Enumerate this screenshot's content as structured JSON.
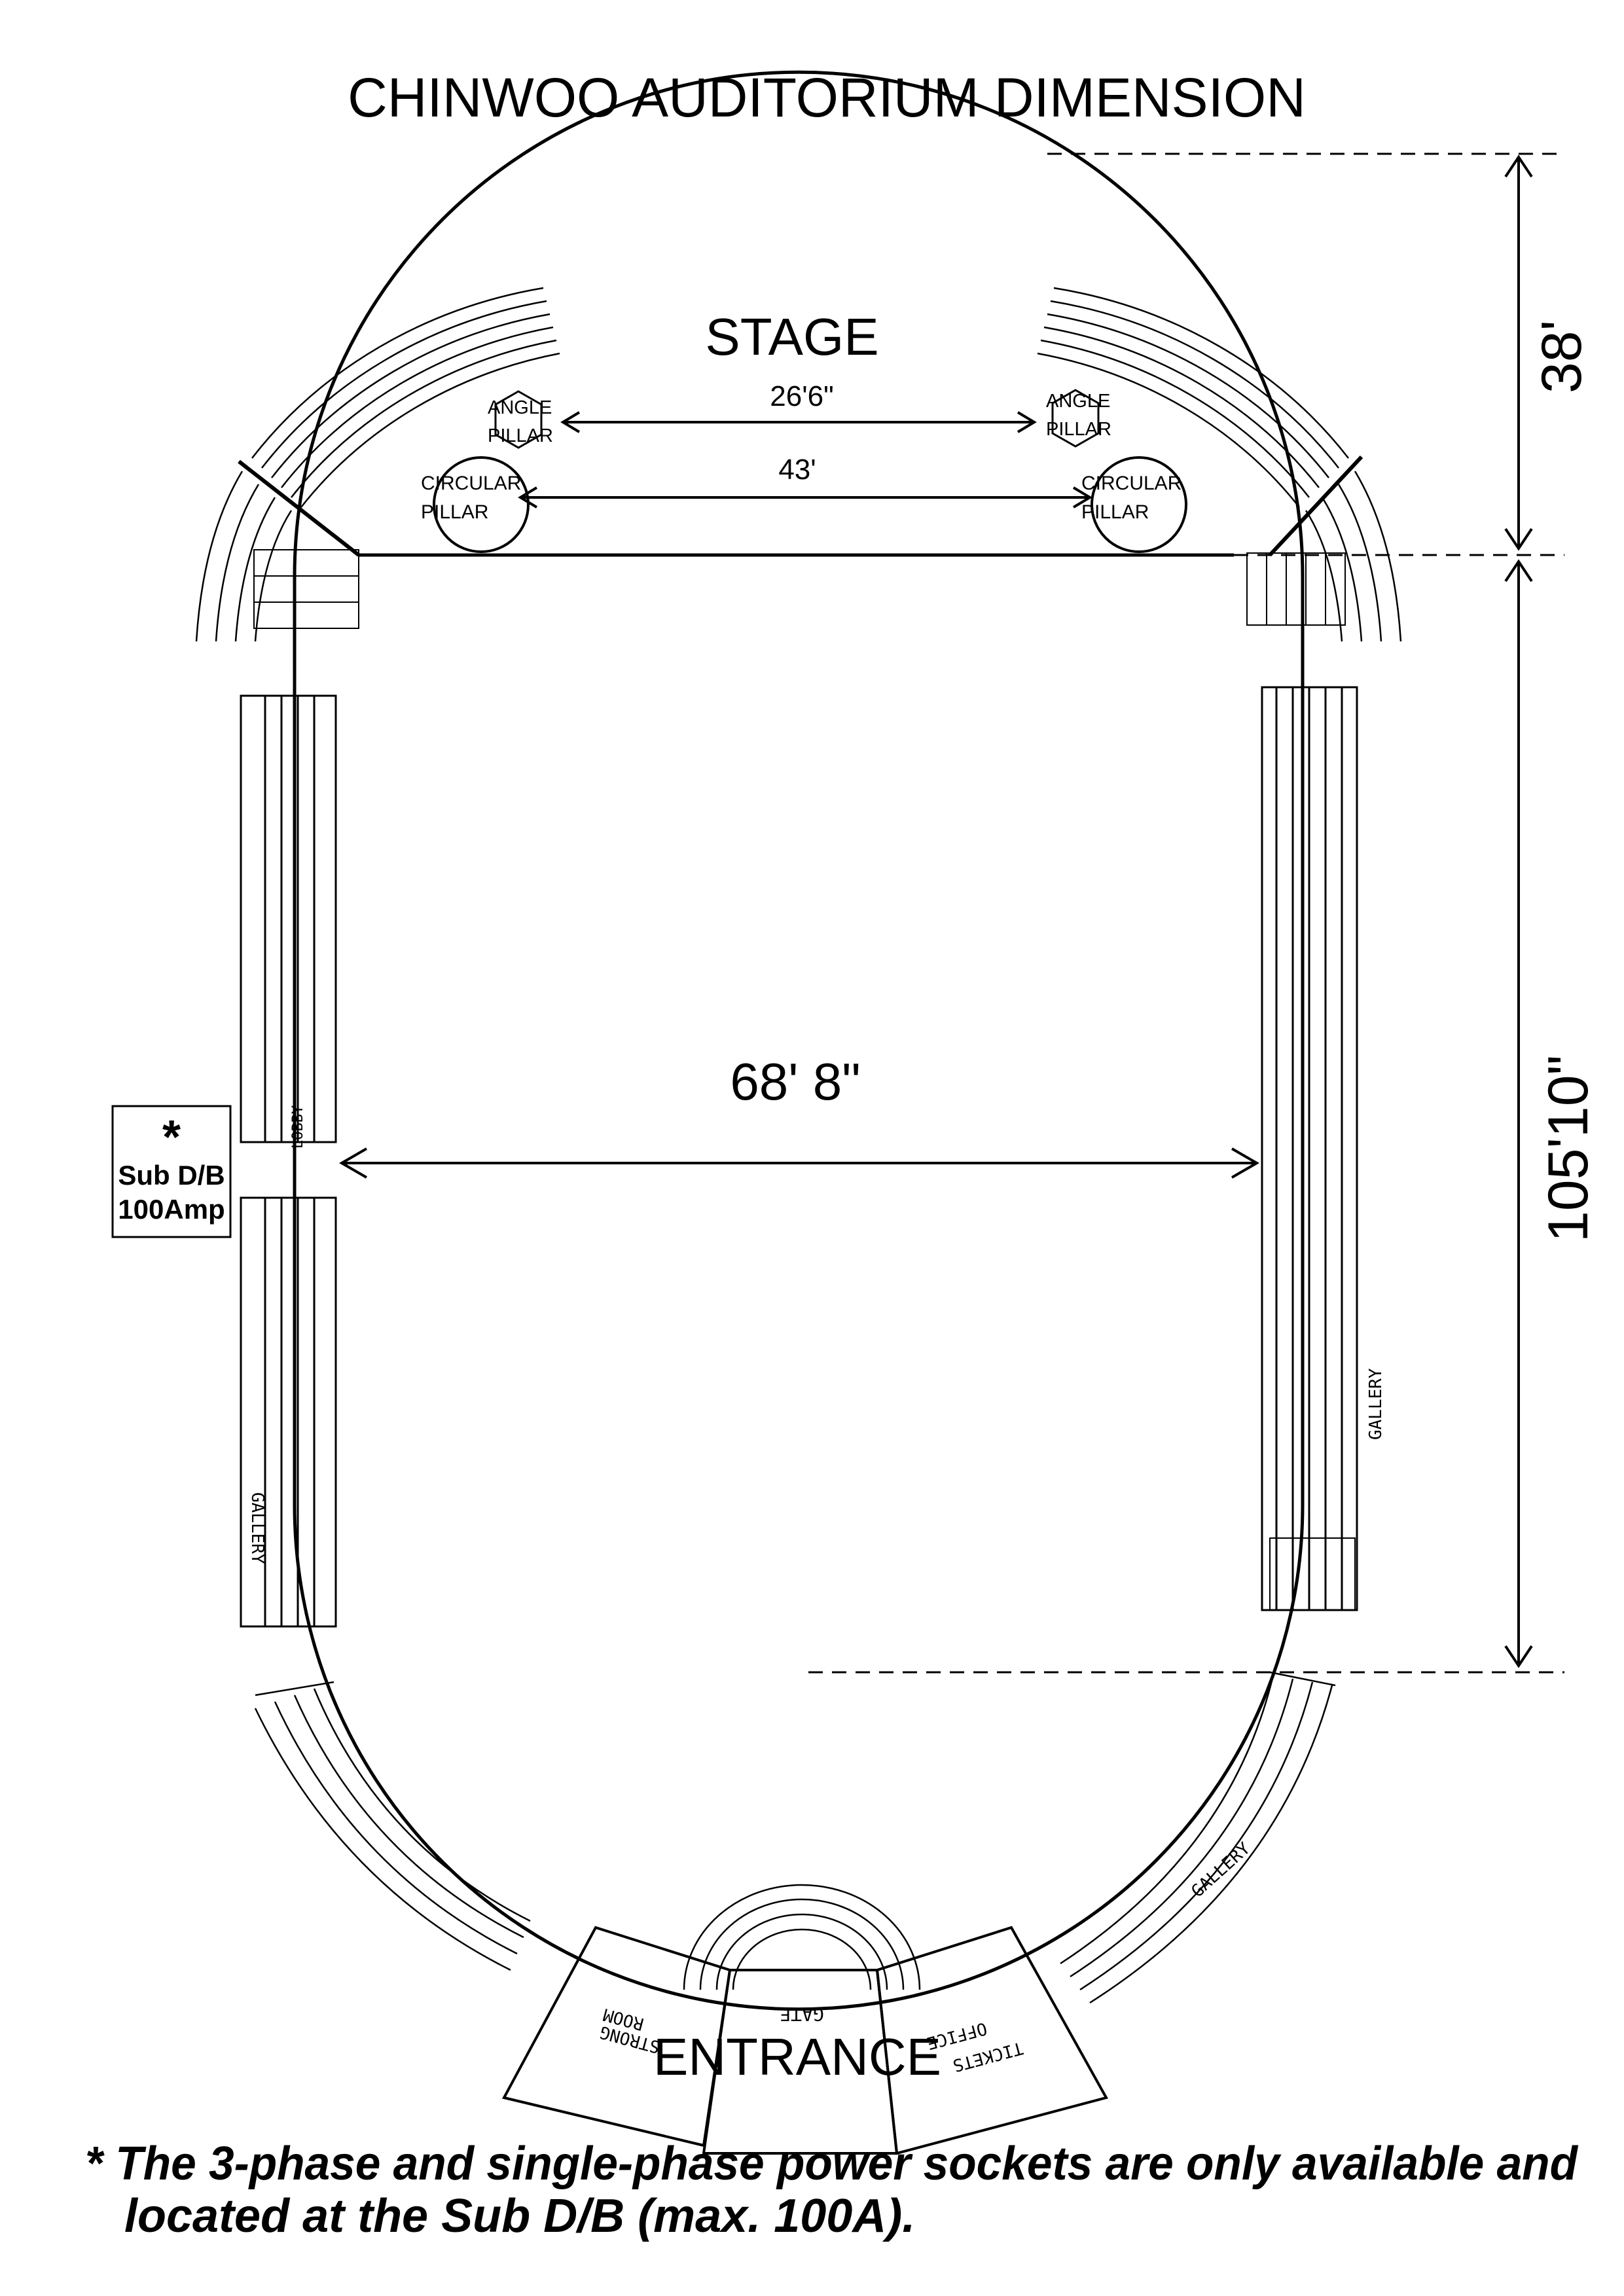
{
  "title": "CHINWOO AUDITORIUM DIMENSION",
  "stage": {
    "label": "STAGE",
    "angle_pillar_label": [
      "ANGLE",
      "PILLAR"
    ],
    "circular_pillar_label": [
      "CIRCULAR",
      "PILLAR"
    ],
    "dim_angle_pillars": "26'6\"",
    "dim_circular_pillars": "43'"
  },
  "hall": {
    "width_label": "68' 8\""
  },
  "dimensions": {
    "stage_depth": "38'",
    "hall_length": "105'10\""
  },
  "sub_db": {
    "marker": "*",
    "line1": "Sub D/B",
    "line2": "100Amp"
  },
  "rooms": {
    "strong_room": [
      "STRONG",
      "ROOM"
    ],
    "gate": "GATE",
    "tickets_office": [
      "TICKETS",
      "OFFICE"
    ]
  },
  "entrance_label": "ENTRANCE",
  "gallery_label": "GALLERY",
  "lobby_label": "LOBBY",
  "footnote": {
    "line1": "* The 3-phase and single-phase power sockets are only available and",
    "line2": "located at the Sub D/B (max. 100A)."
  },
  "colors": {
    "ink": "#000000",
    "paper": "#ffffff"
  }
}
